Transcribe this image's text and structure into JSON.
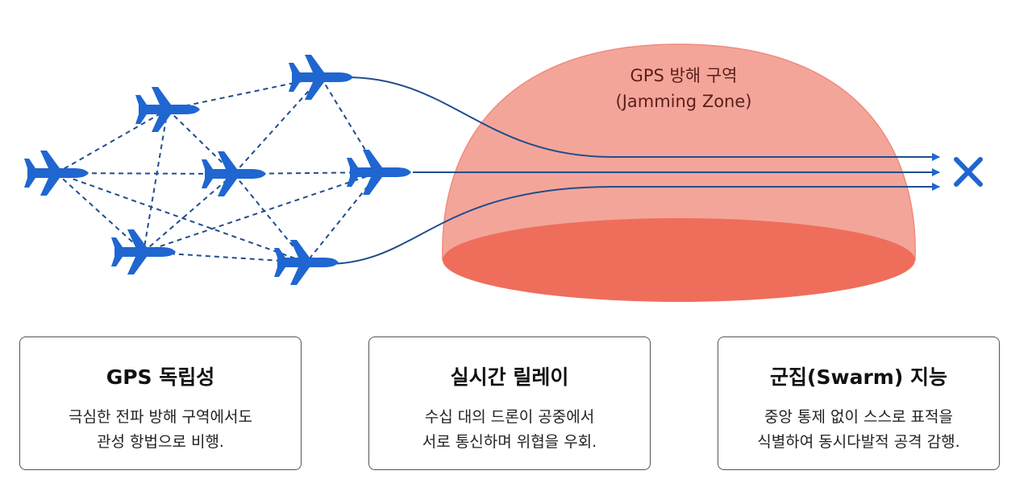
{
  "dome": {
    "label_line1": "GPS 방해 구역",
    "label_line2": "(Jamming Zone)"
  },
  "colors": {
    "drone": "#1f66d1",
    "link": "#1f4e8c",
    "dome_fill": "#f4a59a",
    "dome_base": "#ee6e5b",
    "target": "#1f66d1"
  },
  "icons": [
    "drone-icon",
    "target-x-icon",
    "arrow-icon"
  ],
  "cards": [
    {
      "title": "GPS 독립성",
      "desc_line1": "극심한 전파 방해 구역에서도",
      "desc_line2": "관성 항법으로 비행."
    },
    {
      "title": "실시간 릴레이",
      "desc_line1": "수십 대의 드론이 공중에서",
      "desc_line2": "서로 통신하며 위협을 우회."
    },
    {
      "title": "군집(Swarm) 지능",
      "desc_line1": "중앙 통제 없이 스스로 표적을",
      "desc_line2": "식별하여 동시다발적 공격 감행."
    }
  ]
}
